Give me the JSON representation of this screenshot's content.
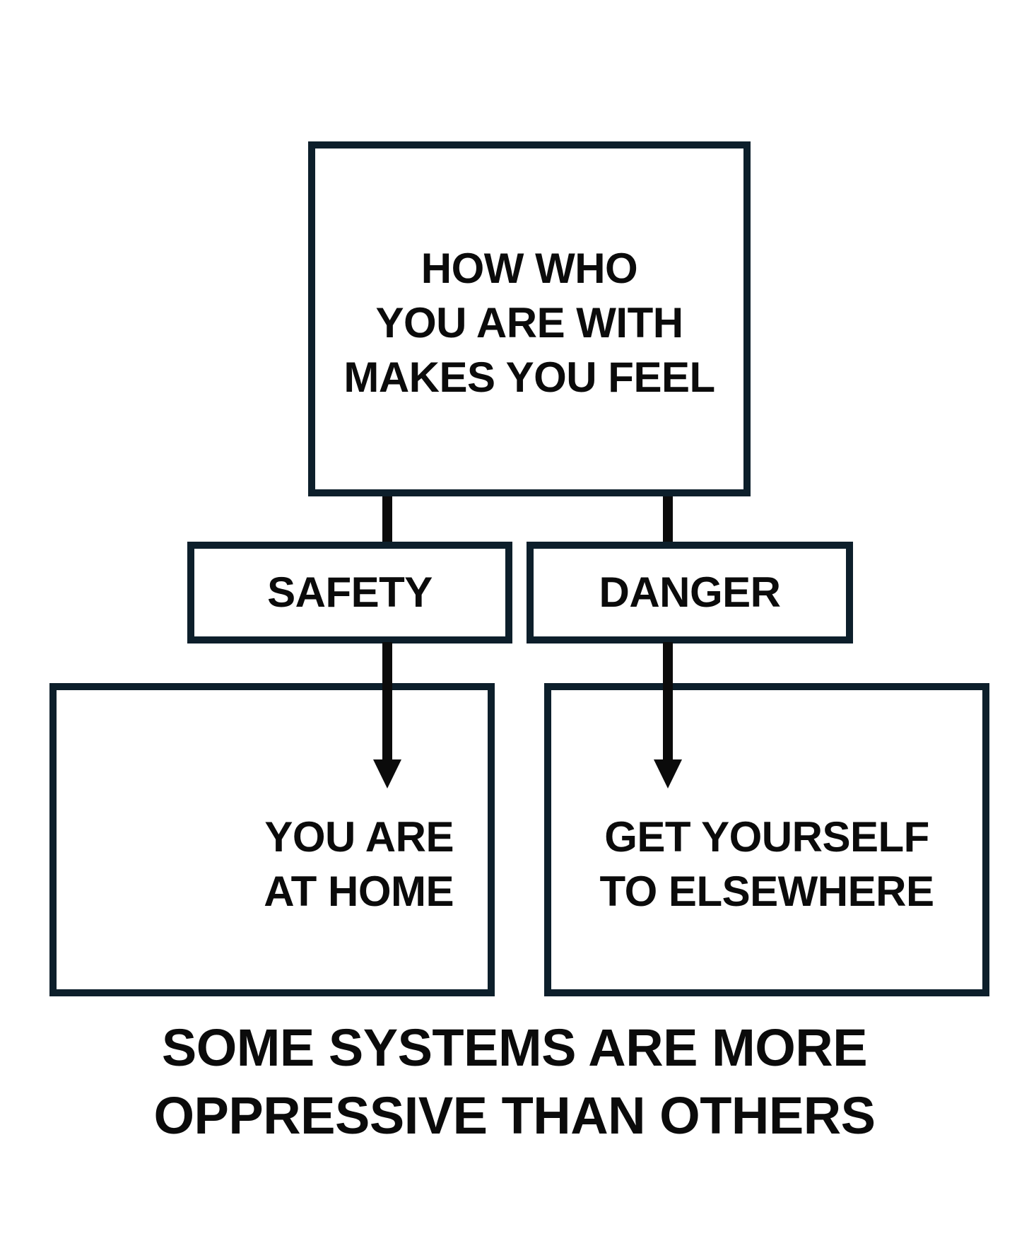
{
  "diagram": {
    "top_box": {
      "text": "HOW WHO\nYOU ARE WITH\nMAKES YOU FEEL"
    },
    "left_label": {
      "text": "SAFETY"
    },
    "right_label": {
      "text": "DANGER"
    },
    "left_outcome": {
      "text": "YOU ARE\nAT HOME"
    },
    "right_outcome": {
      "text": "GET YOURSELF\nTO ELSEWHERE"
    }
  },
  "footer": {
    "text": "SOME SYSTEMS ARE MORE\nOPPRESSIVE THAN OTHERS"
  },
  "colors": {
    "box_border": "#0d1f2b",
    "text": "#0b0b0b",
    "background": "#ffffff"
  }
}
